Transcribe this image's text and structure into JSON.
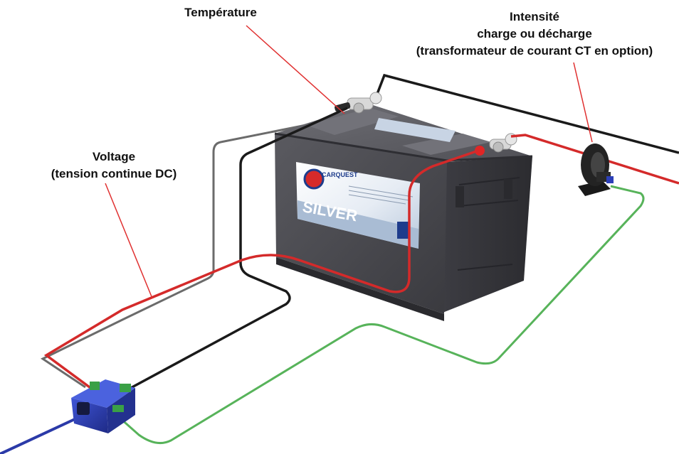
{
  "labels": {
    "temperature": "Température",
    "current_line1": "Intensité",
    "current_line2": "charge ou décharge",
    "current_line3": "(transformateur de courant CT en option)",
    "voltage_line1": "Voltage",
    "voltage_line2": "(tension continue DC)"
  },
  "battery": {
    "brand": "CARQUEST",
    "model": "SILVER"
  },
  "colors": {
    "wire_red": "#d42a2a",
    "wire_black": "#1a1a1a",
    "wire_gray": "#6b6b6b",
    "wire_green": "#57b35a",
    "wire_blue": "#2b3aa8",
    "battery_body": "#48484d",
    "sensor_blue": "#2c3fb8",
    "terminal_green": "#3aa046",
    "callout_line": "#e03030"
  }
}
